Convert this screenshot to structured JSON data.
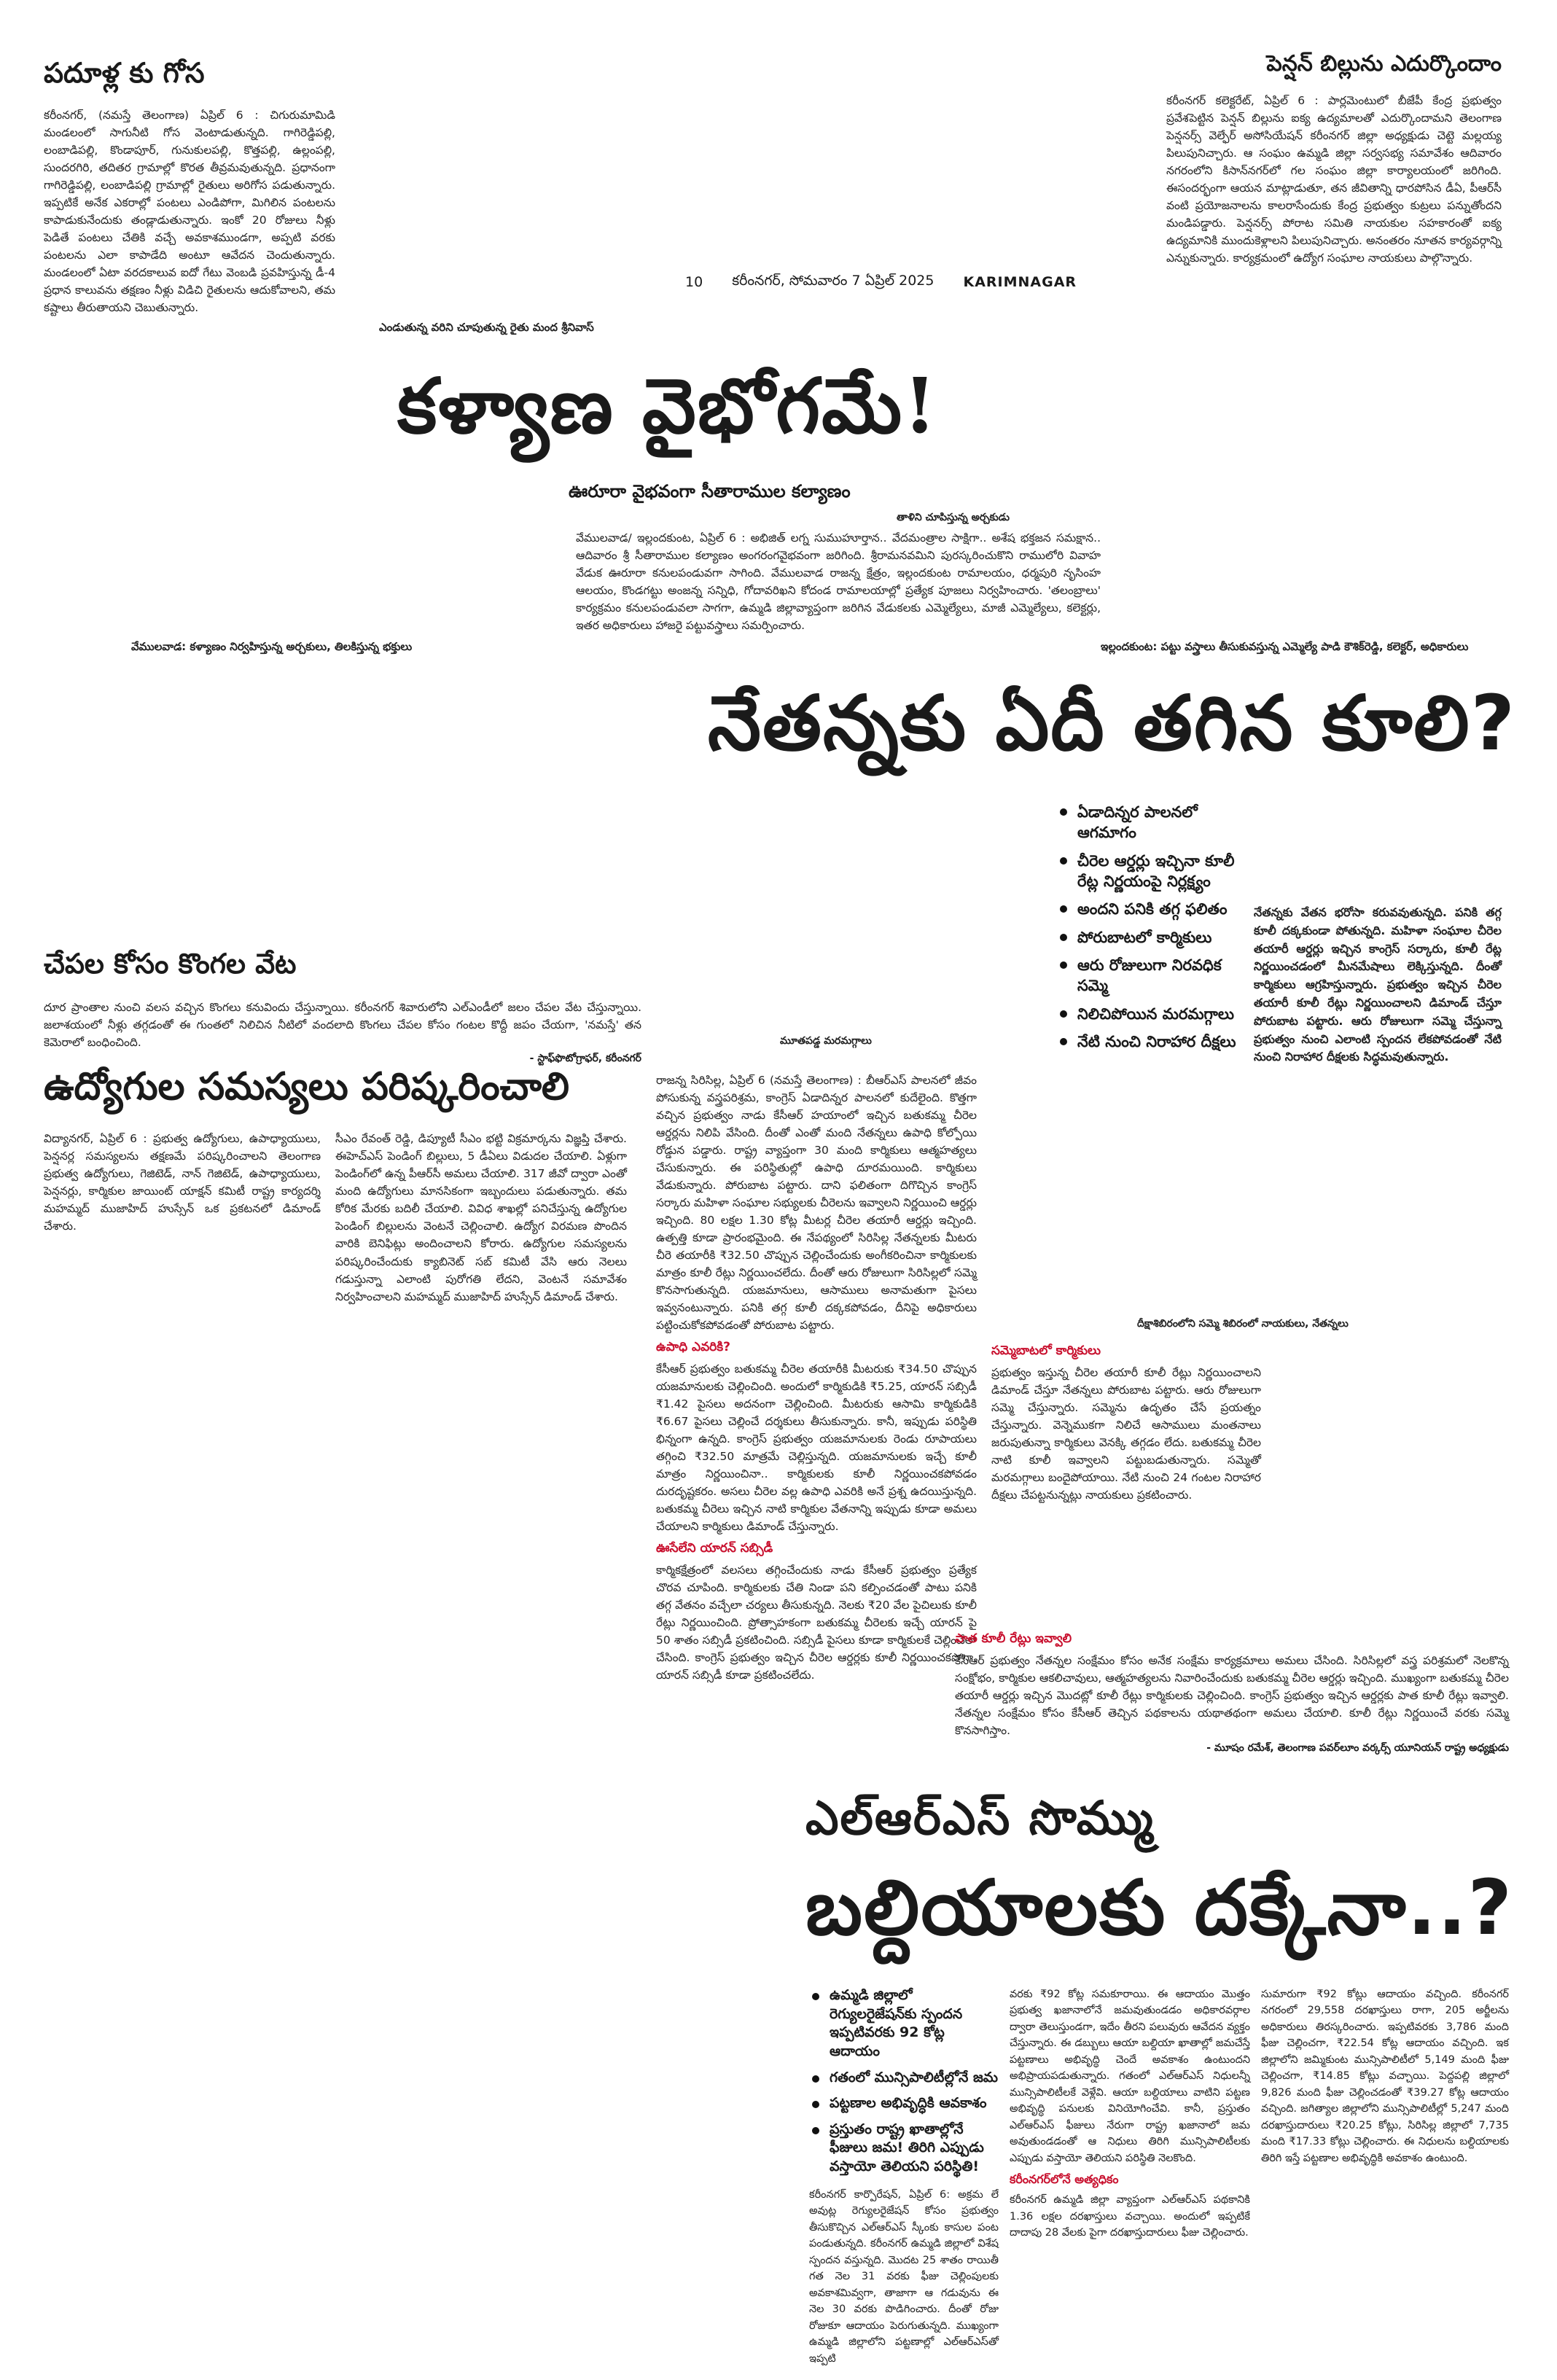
{
  "masthead": {
    "page_no": "10",
    "dateline": "కరీంనగర్‌, సోమవారం 7 ఏప్రిల్‌ 2025",
    "edition": "KARIMNAGAR"
  },
  "story1": {
    "title": "పదూళ్ల కు గోస",
    "body": "కరీంనగర్‌, (నమస్తే తెలంగాణ) ఏప్రిల్‌ 6 : చిగురుమామిడి మండలంలో సాగునీటి గోస వెంటాడుతున్నది. గాగిరెడ్డిపల్లి, లంబాడిపల్లి, కొండాపూర్‌, గునుకులపల్లి, కొత్తపల్లి, ఉల్లంపల్లి, సుందరగిరి, తదితర గ్రామాల్లో కొరత తీవ్రమవుతున్నది. ప్రధానంగా గాగిరెడ్డిపల్లి, లంబాడిపల్లి గ్రామాల్లో రైతులు అరిగోస పడుతున్నారు. ఇప్పటికే అనేక ఎకరాల్లో పంటలు ఎండిపోగా, మిగిలిన పంటలను కాపాడుకునేందుకు తండ్లాడుతున్నారు. ఇంకో 20 రోజులు నీళ్లు పెడితే పంటలు చేతికి వచ్చే అవకాశముండగా, అప్పటి వరకు పంటలను ఎలా కాపాడేది అంటూ ఆవేదన చెందుతున్నారు. మండలంలో ఏటా వరదకాలువ ఐదో గేటు వెంబడి ప్రవహిస్తున్న డీ-4 ప్రధాన కాలువను తక్షణం నీళ్లు విడిచి రైతులను ఆదుకోవాలని, తమ కష్టాలు తీరుతాయని చెబుతున్నారు.",
    "caption": "ఎండుతున్న వరిని చూపుతున్న రైతు మంద శ్రీనివాస్‌"
  },
  "story2": {
    "title": "పెన్షన్‌ బిల్లును ఎదుర్కొందాం",
    "body": "కరీంనగర్‌ కలెక్టరేట్‌, ఏప్రిల్‌ 6 : పార్లమెంటులో బీజేపీ కేంద్ర ప్రభుత్వం ప్రవేశపెట్టిన పెన్షన్‌ బిల్లును ఐక్య ఉద్యమాలతో ఎదుర్కొందామని తెలంగాణ పెన్షనర్స్‌ వెల్ఫేర్‌ అసోసియేషన్‌ కరీంనగర్‌ జిల్లా అధ్యక్షుడు చెట్టె మల్లయ్య పిలుపునిచ్చారు. ఆ సంఘం ఉమ్మడి జిల్లా సర్వసభ్య సమావేశం ఆదివారం నగరంలోని కిసాన్‌నగర్‌లో గల సంఘం జిల్లా కార్యాలయంలో జరిగింది. ఈసందర్భంగా ఆయన మాట్లాడుతూ, తన జీవితాన్ని ధారపోసిన డీఏ, పీఆర్‌సీ వంటి ప్రయోజనాలను కాలరాసేందుకు కేంద్ర ప్రభుత్వం కుట్రలు పన్నుతోందని మండిపడ్డారు. పెన్షనర్స్‌ పోరాట సమితి నాయకుల సహకారంతో ఐక్య ఉద్యమానికి ముందుకెళ్లాలని పిలుపునిచ్చారు. అనంతరం నూతన కార్యవర్గాన్ని ఎన్నుకున్నారు. కార్యక్రమంలో ఉద్యోగ సంఘాల నాయకులు పాల్గొన్నారు."
  },
  "kalyanam": {
    "headline": "కళ్యాణ వైభోగమే!",
    "subhead": "ఊరూరా వైభవంగా సీతారాముల కల్యాణం",
    "caption_top": "తాళిని చూపిస్తున్న అర్చకుడు",
    "body": "వేములవాడ/ ఇల్లందకుంట, ఏప్రిల్‌ 6 : అభిజిత్‌ లగ్న సుముహూర్తాన.. వేదమంత్రాల సాక్షిగా.. అశేష భక్తజన సమక్షాన.. ఆదివారం శ్రీ సీతారాముల కల్యాణం అంగరంగవైభవంగా జరిగింది. శ్రీరామనవమిని పురస్కరించుకొని రాములోరి వివాహ వేడుక ఊరూరా కనులపండువగా సాగింది. వేములవాడ రాజన్న క్షేత్రం, ఇల్లందకుంట రామాలయం, ధర్మపురి నృసింహ ఆలయం, కొండగట్టు అంజన్న సన్నిధి, గోదావరిఖని కోదండ రామాలయాల్లో ప్రత్యేక పూజలు నిర్వహించారు. 'తలంబ్రాలు' కార్యక్రమం కనులపండువలా సాగగా, ఉమ్మడి జిల్లావ్యాప్తంగా జరిగిన వేడుకలకు ఎమ్మెల్యేలు, మాజీ ఎమ్మెల్యేలు, కలెక్టర్లు, ఇతర అధికారులు హాజరై పట్టువస్త్రాలు సమర్పించారు.",
    "caption_left": "వేములవాడ: కళ్యాణం నిర్వహిస్తున్న అర్చకులు, తిలకిస్తున్న భక్తులు",
    "caption_right": "ఇల్లందకుంట: పట్టు వస్త్రాలు తీసుకువస్తున్న ఎమ్మెల్యే పాడి కౌశిక్‌రెడ్డి, కలెక్టర్‌, అధికారులు"
  },
  "nethanna": {
    "headline": "నేతన్నకు ఏదీ తగిన కూలి?",
    "bullets": [
      "ఏడాదిన్నర పాలనలో ఆగమాగం",
      "చీరెల ఆర్డర్లు ఇచ్చినా కూలీ రేట్ల నిర్ణయంపై నిర్లక్ష్యం",
      "అందని పనికి తగ్గ ఫలితం",
      "పోరుబాటలో కార్మికులు",
      "ఆరు రోజులుగా నిరవధిక సమ్మె",
      "నిలిచిపోయిన మరమగ్గాలు",
      "నేటి నుంచి నిరాహార దీక్షలు"
    ],
    "intro": "నేతన్నకు వేతన భరోసా కరువవుతున్నది. పనికి తగ్గ కూలీ దక్కకుండా పోతున్నది. మహిళా సంఘాల చీరెల తయారీ ఆర్డర్లు ఇచ్చిన కాంగ్రెస్‌ సర్కారు, కూలీ రేట్ల నిర్ణయించడంలో మీనమేషాలు లెక్కిస్తున్నది. దీంతో కార్మికులు ఆగ్రహిస్తున్నారు. ప్రభుత్వం ఇచ్చిన చీరెల తయారీ కూలీ రేట్లు నిర్ణయించాలని డిమాండ్‌ చేస్తూ పోరుబాట పట్టారు. ఆరు రోజులుగా సమ్మె చేస్తున్నా ప్రభుత్వం నుంచి ఎలాంటి స్పందన లేకపోవడంతో నేటి నుంచి నిరాహార దీక్షలకు సిద్ధమవుతున్నారు.",
    "photo_caption_left": "మూతపడ్డ మరమగ్గాలు",
    "photo_caption_right": "దీక్షాశిబిరంలోని సమ్మె శిబిరంలో నాయకులు, నేతన్నలు",
    "col1": "రాజన్న సిరిసిల్ల, ఏప్రిల్‌ 6 (నమస్తే తెలంగాణ) : బీఆర్‌ఎస్‌ పాలనలో జీవం పోసుకున్న వస్త్రపరిశ్రమ, కాంగ్రెస్‌ ఏడాదిన్నర పాలనలో కుదేలైంది. కొత్తగా వచ్చిన ప్రభుత్వం నాడు కేసీఆర్‌ హయాంలో ఇచ్చిన బతుకమ్మ చీరెల ఆర్డర్లను నిలిపి వేసింది. దీంతో ఎంతో మంది నేతన్నలు ఉపాధి కోల్పోయి రోడ్డున పడ్డారు. రాష్ట్ర వ్యాప్తంగా 30 మంది కార్మికులు ఆత్మహత్యలు చేసుకున్నారు. ఈ పరిస్థితుల్లో ఉపాధి దూరమయింది. కార్మికులు వేడుకున్నారు. పోరుబాట పట్టారు. దాని ఫలితంగా దిగొచ్చిన కాంగ్రెస్‌ సర్కారు మహిళా సంఘాల సభ్యులకు చీరెలను ఇవ్వాలని నిర్ణయించి ఆర్డర్లు ఇచ్చింది. 80 లక్షల 1.30 కోట్ల మీటర్ల చీరెల తయారీ ఆర్డర్లు ఇచ్చింది. ఉత్పత్తి కూడా ప్రారంభమైంది. ఈ నేపథ్యంలో సిరిసిల్ల నేతన్నలకు మీటరు చీరె తయారీకి ₹32.50 చొప్పున చెల్లించేందుకు అంగీకరించినా కార్మికులకు మాత్రం కూలీ రేట్లు నిర్ణయించలేదు. దీంతో ఆరు రోజులుగా సిరిసిల్లలో సమ్మె కొనసాగుతున్నది. యజమానులు, ఆసాములు అనామతుగా పైసలు ఇవ్వనంటున్నారు. పనికి తగ్గ కూలీ దక్కకపోవడం, దీనిపై అధికారులు పట్టించుకోకపోవడంతో పోరుబాట పట్టారు.",
    "sub1": "ఉపాధి ఎవరికి?",
    "col2": "కేసీఆర్‌ ప్రభుత్వం బతుకమ్మ చీరెల తయారీకి మీటరుకు ₹34.50 చొప్పున యజమానులకు చెల్లించింది. అందులో కార్మికుడికి ₹5.25, యారన్‌ సబ్సిడీ ₹1.42 పైసలు అదనంగా చెల్లించింది. మీటరుకు ఆసామి కార్మికుడికి ₹6.67 పైసలు చెల్లించే దర్శకులు తీసుకున్నారు. కానీ, ఇప్పుడు పరిస్థితి భిన్నంగా ఉన్నది. కాంగ్రెస్‌ ప్రభుత్వం యజమానులకు రెండు రూపాయలు తగ్గించి ₹32.50 మాత్రమే చెల్లిస్తున్నది. యజమానులకు ఇచ్చే కూలీ మాత్రం నిర్ణయించినా.. కార్మికులకు కూలీ నిర్ణయించకపోవడం దురదృష్టకరం. అసలు చీరెల వల్ల ఉపాధి ఎవరికి అనే ప్రశ్న ఉదయిస్తున్నది. బతుకమ్మ చీరెలు ఇచ్చిన నాటి కార్మికుల వేతనాన్ని ఇప్పుడు కూడా అమలు చేయాలని కార్మికులు డిమాండ్‌ చేస్తున్నారు.",
    "sub2": "ఊసేలేని యారన్‌ సబ్సిడీ",
    "col3": "కార్మికక్షేత్రంలో వలసలు తగ్గించేందుకు నాడు కేసీఆర్‌ ప్రభుత్వం ప్రత్యేక చొరవ చూపింది. కార్మికులకు చేతి నిండా పని కల్పించడంతో పాటు పనికి తగ్గ వేతనం వచ్చేలా చర్యలు తీసుకున్నది. నెలకు ₹20 వేల పైచిలుకు కూలీ రేట్లు నిర్ణయించింది. ప్రోత్సాహకంగా బతుకమ్మ చీరెలకు ఇచ్చే యారన్‌ పై 50 శాతం సబ్సిడీ ప్రకటించింది. సబ్సిడీ పైసలు కూడా కార్మికులకే చెల్లించేలా చేసింది. కాంగ్రెస్‌ ప్రభుత్వం ఇచ్చిన చీరెల ఆర్డర్లకు కూలీ నిర్ణయించకపోగా, యారన్‌ సబ్సిడీ కూడా ప్రకటించలేదు.",
    "sub3": "సమ్మెబాటలో కార్మికులు",
    "col4": "ప్రభుత్వం ఇస్తున్న చీరెల తయారీ కూలీ రేట్లు నిర్ణయించాలని డిమాండ్‌ చేస్తూ నేతన్నలు పోరుబాట పట్టారు. ఆరు రోజులుగా సమ్మె చేస్తున్నారు. సమ్మెను ఉదృతం చేసే ప్రయత్నం చేస్తున్నారు. వెన్నెముకగా నిలిచే ఆసాములు మంతనాలు జరుపుతున్నా కార్మికులు వెనక్కి తగ్గడం లేదు. బతుకమ్మ చీరెల నాటి కూలీ ఇవ్వాలని పట్టుబడుతున్నారు. సమ్మెతో మరమగ్గాలు బందైపోయాయి. నేటి నుంచి 24 గంటల నిరాహార దీక్షలు చేపట్టనున్నట్లు నాయకులు ప్రకటించారు.",
    "sub4": "పాత కూలీ రేట్లు ఇవ్వాలి",
    "col5": "కేసీఆర్‌ ప్రభుత్వం నేతన్నల సంక్షేమం కోసం అనేక సంక్షేమ కార్యక్రమాలు అమలు చేసింది. సిరిసిల్లలో వస్త్ర పరిశ్రమలో నెలకొన్న సంక్షోభం, కార్మికుల ఆకలిచావులు, ఆత్మహత్యలను నివారించేందుకు బతుకమ్మ చీరెల ఆర్డర్లు ఇచ్చింది. ముఖ్యంగా బతుకమ్మ చీరెల తయారీ ఆర్డర్లు ఇచ్చిన మొదట్లో కూలీ రేట్లు కార్మికులకు చెల్లించింది. కాంగ్రెస్‌ ప్రభుత్వం ఇచ్చిన ఆర్డర్లకు పాత కూలీ రేట్లు ఇవ్వాలి. నేతన్నల సంక్షేమం కోసం కేసీఆర్‌ తెచ్చిన పథకాలను యథాతథంగా అమలు చేయాలి. కూలీ రేట్లు నిర్ణయించే వరకు సమ్మె కొనసాగిస్తాం.",
    "quote_by": "- మూషం రమేశ్‌, తెలంగాణ పవర్‌లూం వర్కర్స్‌ యూనియన్‌ రాష్ట్ర అధ్యక్షుడు"
  },
  "konga": {
    "title": "చేపల కోసం కొంగల వేట",
    "body": "దూర ప్రాంతాల నుంచి వలస వచ్చిన కొంగలు కనువిందు చేస్తున్నాయి. కరీంనగర్‌ శివారులోని ఎల్‌ఎండీలో జలం చేపల వేట చేస్తున్నాయి. జలాశయంలో నీళ్లు తగ్గడంతో ఈ గుంతలో నిలిచిన నీటిలో వందలాది కొంగలు చేపల కోసం గంటల కొద్దీ జపం చేయగా, 'నమస్తే' తన కెమెరాలో బంధించింది.",
    "credit": "- స్టాఫ్‌ఫొటోగ్రాఫర్‌, కరీంనగర్‌"
  },
  "udyogulu": {
    "title": "ఉద్యోగుల సమస్యలు పరిష్కరించాలి",
    "col1": "విద్యానగర్‌, ఏప్రిల్‌ 6 : ప్రభుత్వ ఉద్యోగులు, ఉపాధ్యాయులు, పెన్షనర్ల సమస్యలను తక్షణమే పరిష్కరించాలని తెలంగాణ ప్రభుత్వ ఉద్యోగులు, గెజిటెడ్‌, నాన్‌ గెజిటెడ్‌, ఉపాధ్యాయులు, పెన్షనర్లు, కార్మికుల జాయింట్‌ యాక్షన్‌ కమిటీ రాష్ట్ర కార్యదర్శి మహమ్మద్‌ ముజాహిద్‌ హుస్సేన్‌ ఒక ప్రకటనలో డిమాండ్‌ చేశారు.",
    "col2": "సీఎం రేవంత్‌ రెడ్డి, డిప్యూటీ సీఎం భట్టి విక్రమార్కను విజ్ఞప్తి చేశారు. ఈహెచ్‌ఎస్‌ పెండింగ్‌ బిల్లులు, 5 డీఏలు విడుదల చేయాలి. ఏళ్లుగా పెండింగ్‌లో ఉన్న పీఆర్‌సీ అమలు చేయాలి. 317 జీవో ద్వారా ఎంతో మంది ఉద్యోగులు మానసికంగా ఇబ్బందులు పడుతున్నారు. తమ కోరిక మేరకు బదిలీ చేయాలి. వివిధ శాఖల్లో పనిచేస్తున్న ఉద్యోగుల పెండింగ్‌ బిల్లులను వెంటనే చెల్లించాలి. ఉద్యోగ విరమణ పొందిన వారికి బెనిఫిట్లు అందించాలని కోరారు. ఉద్యోగుల సమస్యలను పరిష్కరించేందుకు క్యాబినెట్‌ సబ్‌ కమిటీ వేసి ఆరు నెలలు గడుస్తున్నా ఎలాంటి పురోగతి లేదని, వెంటనే సమావేశం నిర్వహించాలని మహమ్మద్‌ ముజాహిద్‌ హుస్సేన్‌ డిమాండ్‌ చేశారు."
  },
  "lrs": {
    "headline1": "ఎల్‌ఆర్‌ఎస్‌ సొమ్ము",
    "headline2": "బల్దియాలకు దక్కేనా..?",
    "bullets": [
      "ఉమ్మడి జిల్లాలో రెగ్యులరైజేషన్‌కు స్పందన ఇప్పటివరకు 92 కోట్ల ఆదాయం",
      "గతంలో మున్సిపాలిటీల్లోనే జమ",
      "పట్టణాల అభివృద్ధికి ఆవకాశం",
      "ప్రస్తుతం రాష్ట్ర ఖాతాల్లోనే ఫీజులు జమ! తిరిగి ఎప్పుడు వస్తాయో తెలియని పరిస్థితి!"
    ],
    "col1": "కరీంనగర్‌ కార్పొరేషన్‌, ఏప్రిల్‌ 6: అక్రమ లే అవుట్ల రెగ్యులరైజేషన్‌ కోసం ప్రభుత్వం తీసుకొచ్చిన ఎల్‌ఆర్‌ఎస్‌ స్కీంకు కాసుల పంట పండుతున్నది. కరీంనగర్‌ ఉమ్మడి జిల్లాలో విశేష స్పందన వస్తున్నది. మొదట 25 శాతం రాయితీ గత నెల 31 వరకు ఫీజు చెల్లింపులకు అవకాశమివ్వగా, తాజాగా ఆ గడువును ఈ నెల 30 వరకు పొడిగించారు. దీంతో రోజు రోజుకూ ఆదాయం పెరుగుతున్నది. ముఖ్యంగా ఉమ్మడి జిల్లాలోని పట్టణాల్లో ఎల్‌ఆర్‌ఎస్‌తో ఇప్పటి",
    "col2": "వరకు ₹92 కోట్ల సమకూరాయి. ఈ ఆదాయం మొత్తం ప్రభుత్వ ఖజానాలోనే జమవుతుండడం అధికారవర్గాల ద్వారా తెలుస్తుండగా, ఇదేం తీరని పలువురు ఆవేదన వ్యక్తం చేస్తున్నారు. ఈ డబ్బులు ఆయా బల్దియా ఖాతాల్లో జమచేస్తే పట్టణాలు అభివృద్ధి చెందే అవకాశం ఉంటుందని అభిప్రాయపడుతున్నారు. గతంలో ఎల్‌ఆర్‌ఎస్‌ నిధులన్నీ మున్సిపాలిటీలకే వెళ్లేవి. ఆయా బల్దియాలు వాటిని పట్టణ అభివృద్ధి పనులకు వినియోగించేవి. కానీ, ప్రస్తుతం ఎల్‌ఆర్‌ఎస్‌ ఫీజులు నేరుగా రాష్ట్ర ఖజానాలో జమ అవుతుండడంతో ఆ నిధులు తిరిగి మున్సిపాలిటీలకు ఎప్పుడు వస్తాయో తెలియని పరిస్థితి నెలకొంది.",
    "sub1": "కరీంనగర్‌లోనే అత్యధికం",
    "col2b": "కరీంనగర్‌ ఉమ్మడి జిల్లా వ్యాప్తంగా ఎల్‌ఆర్‌ఎస్‌ పథకానికి 1.36 లక్షల దరఖాస్తులు వచ్చాయి. అందులో ఇప్పటికే దాదాపు 28 వేలకు పైగా దరఖాస్తుదారులు ఫీజు చెల్లించారు.",
    "col3": "సుమారుగా ₹92 కోట్లు ఆదాయం వచ్చింది. కరీంనగర్‌ నగరంలో 29,558 దరఖాస్తులు రాగా, 205 అర్జీలను అధికారులు తిరస్కరించారు. ఇప్పటివరకు 3,786 మంది ఫీజు చెల్లించగా, ₹22.54 కోట్ల ఆదాయం వచ్చింది. ఇక జిల్లాలోని జమ్మికుంట మున్సిపాలిటీలో 5,149 మంది ఫీజు చెల్లించగా, ₹14.85 కోట్లు వచ్చాయి. పెద్దపల్లి జిల్లాలో 9,826 మంది ఫీజు చెల్లించడంతో ₹39.27 కోట్ల ఆదాయం వచ్చింది. జగిత్యాల జిల్లాలోని మున్సిపాలిటీల్లో 5,247 మంది దరఖాస్తుదారులు ₹20.25 కోట్లు, సిరిసిల్ల జిల్లాలో 7,735 మంది ₹17.33 కోట్లు చెల్లించారు. ఈ నిధులను బల్దియాలకు తిరిగి ఇస్తే పట్టణాల అభివృద్ధికి అవకాశం ఉంటుంది."
  }
}
